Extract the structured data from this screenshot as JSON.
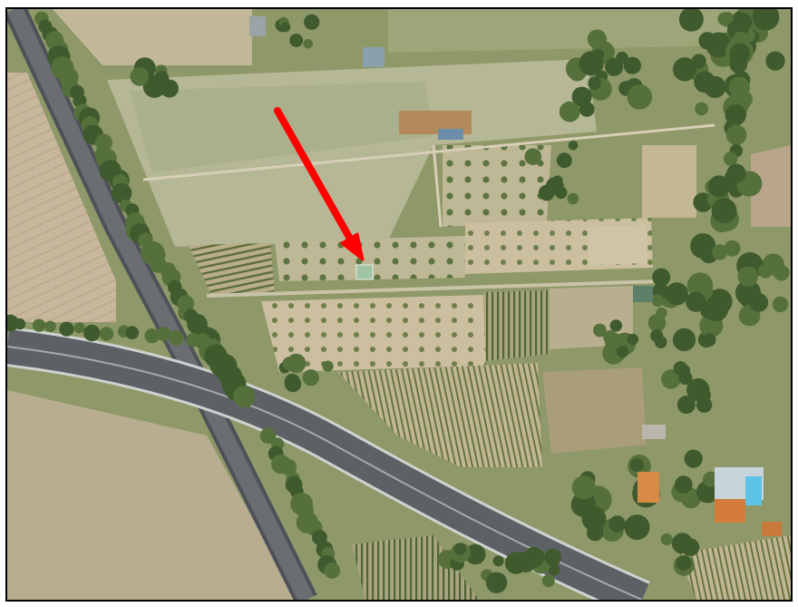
{
  "map": {
    "view": "satellite",
    "colors": {
      "field_light": "#c9bd9e",
      "field_pale": "#b8b896",
      "grass": "#8d9a6a",
      "tree_dark": "#3f5a2c",
      "tree_mid": "#55703a",
      "road": "#5e6268",
      "road_edge": "#cfd2cf",
      "pool": "#5ec3e8",
      "roof": "#d47c3a",
      "marker": "#ff0000",
      "shed": "#9fc4a6"
    },
    "marker": {
      "type": "arrow",
      "icon": "red-arrow-icon",
      "target": "small-shed"
    }
  }
}
